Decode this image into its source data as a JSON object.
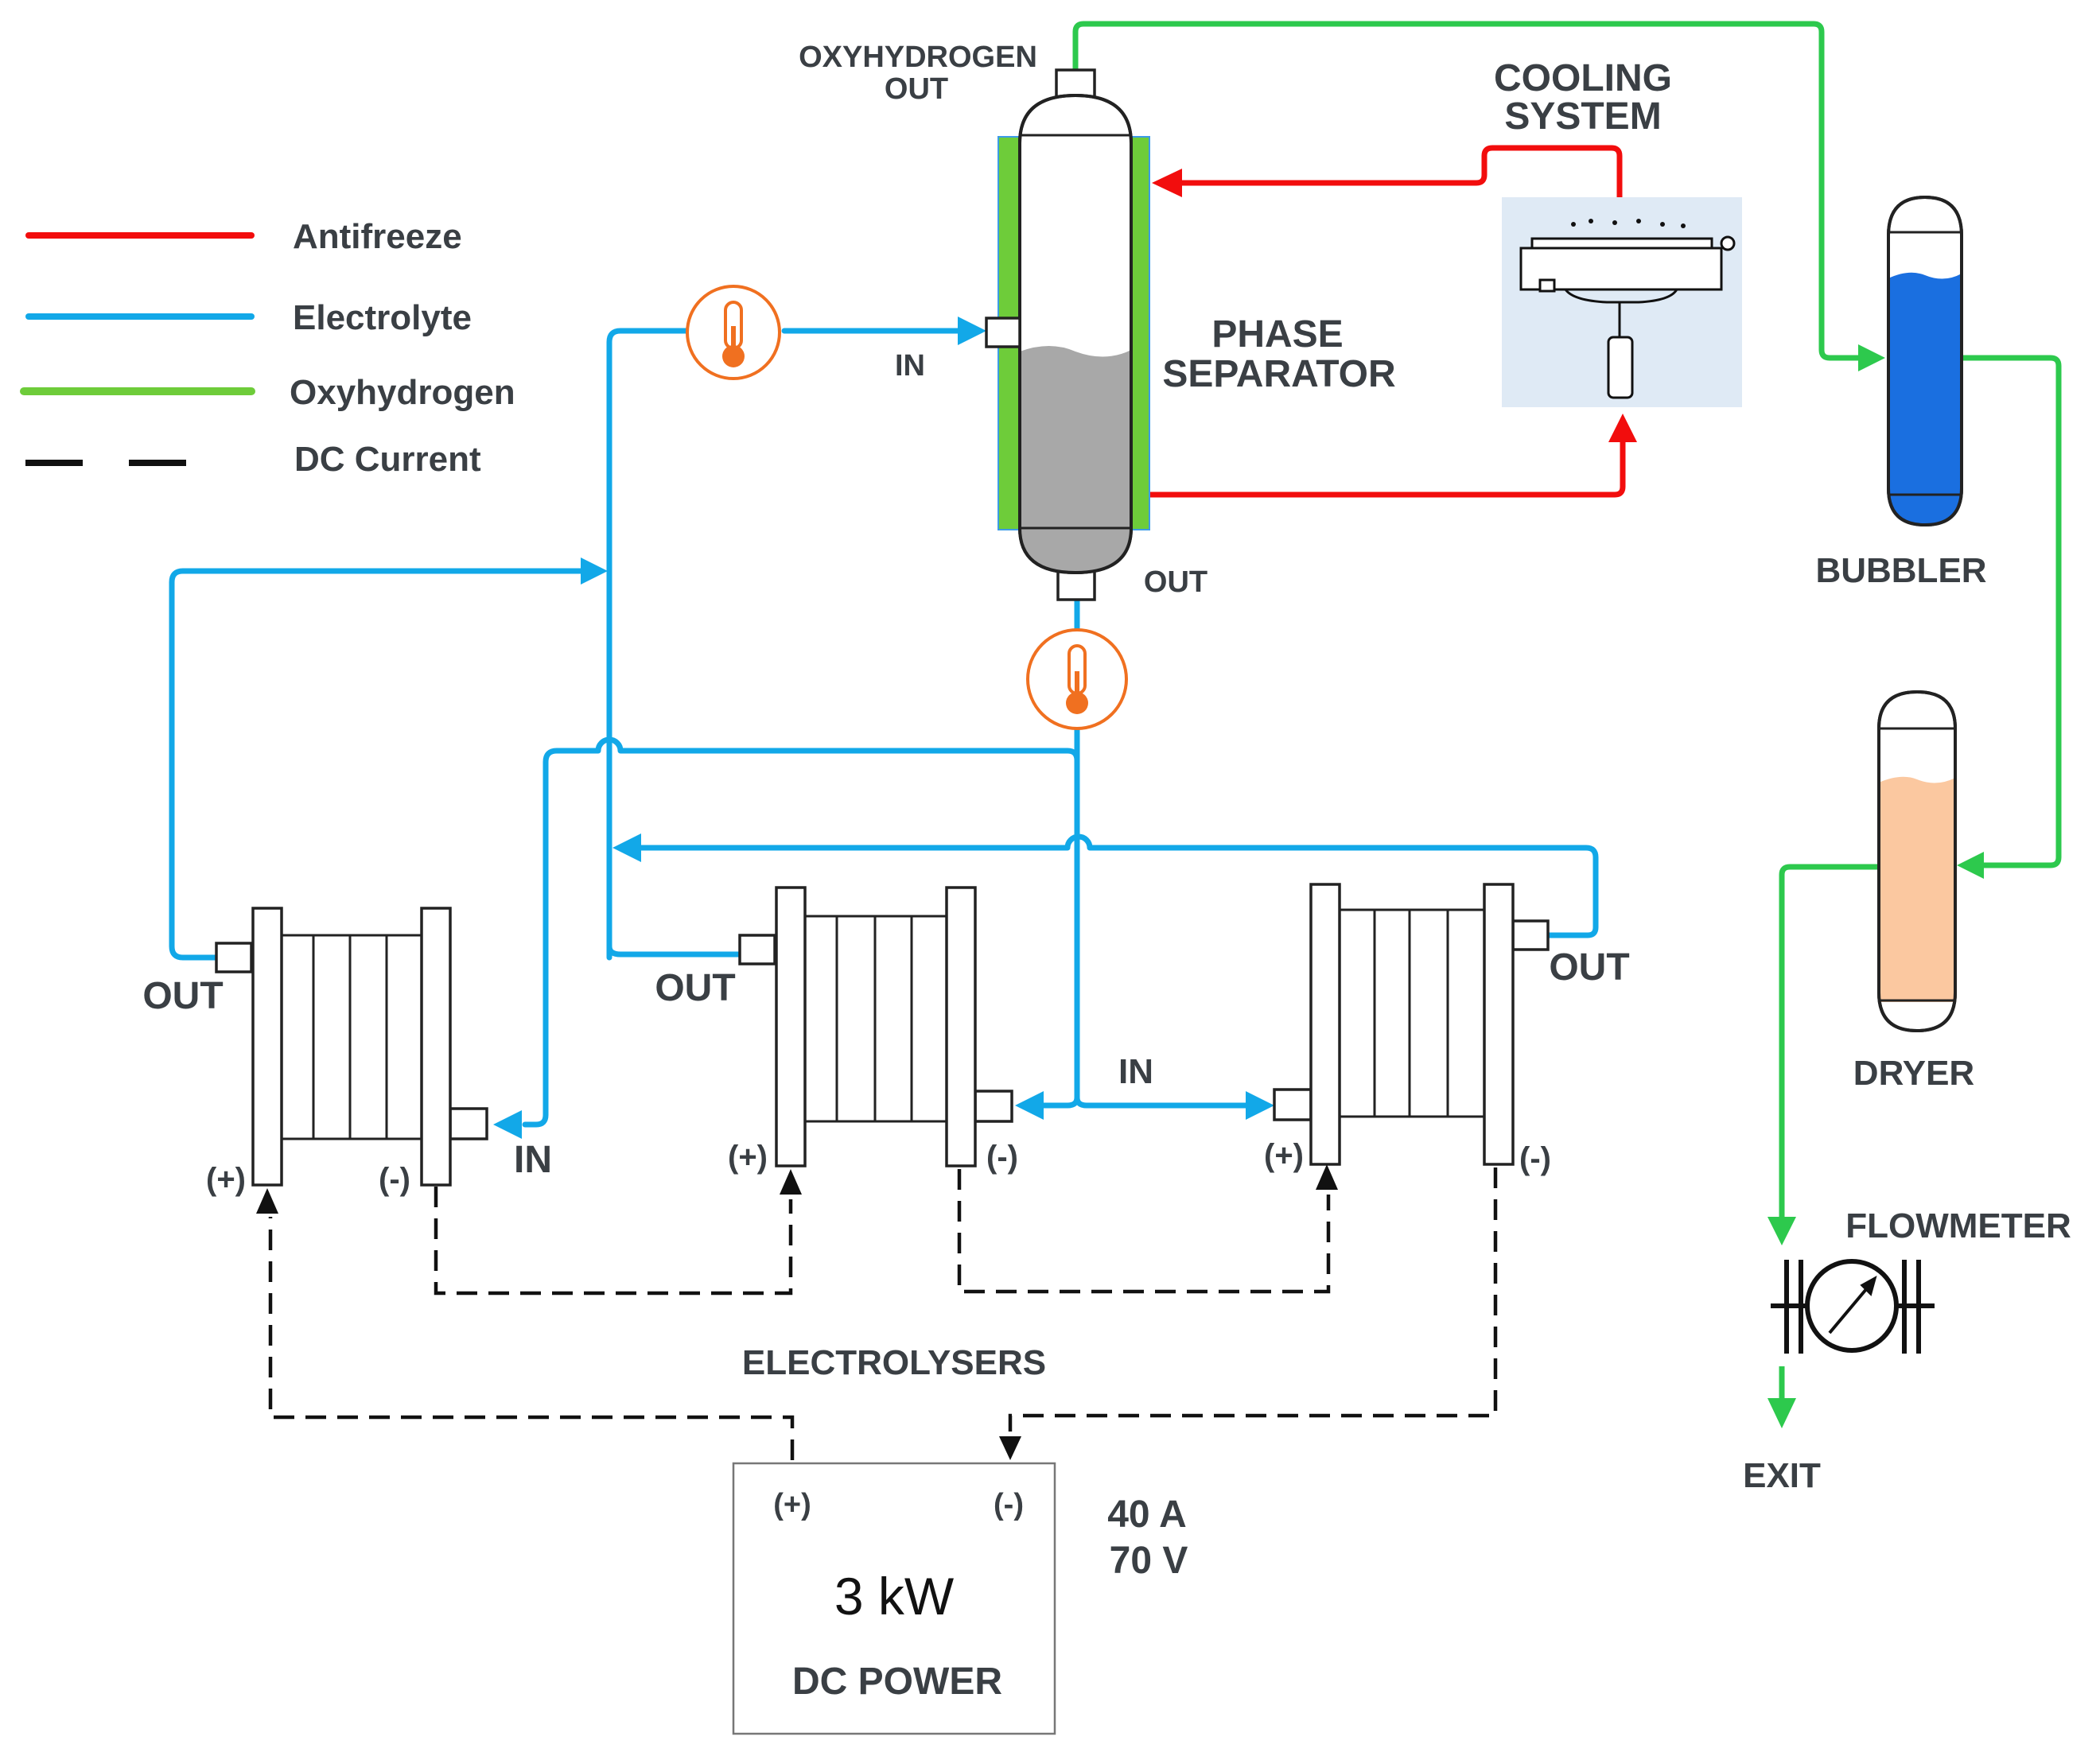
{
  "legend": {
    "antifreeze": "Antifreeze",
    "electrolyte": "Electrolyte",
    "oxyhydrogen": "Oxyhydrogen",
    "dc_current": "DC Current"
  },
  "labels": {
    "oxy_out_1": "OXYHYDROGEN",
    "oxy_out_2": "OUT",
    "cooling_1": "COOLING",
    "cooling_2": "SYSTEM",
    "phase_1": "PHASE",
    "phase_2": "SEPARATOR",
    "sep_in": "IN",
    "sep_out": "OUT",
    "bubbler": "BUBBLER",
    "dryer": "DRYER",
    "flowmeter": "FLOWMETER",
    "exit": "EXIT",
    "electrolysers": "ELECTROLYSERS",
    "el1_out": "OUT",
    "el1_in": "IN",
    "el2_out": "OUT",
    "el3_out": "OUT",
    "el23_in": "IN",
    "plus": "(+)",
    "minus": "(-)",
    "power": "3 kW",
    "dc_power": "DC POWER",
    "current": "40 A",
    "voltage": "70 V"
  },
  "colors": {
    "antifreeze": "#f20d0d",
    "electrolyte": "#12a8e8",
    "oxyhydrogen": "#2dc94d",
    "dc_current": "#111111",
    "thermometer": "#f07020",
    "separator_jacket": "#6ecc3a",
    "bubbler_liquid": "#1a6fe0",
    "dryer_fill": "#fbc8a0"
  },
  "icons": [
    "thermometer-icon",
    "flowmeter-gauge-icon",
    "cooling-fan-icon"
  ]
}
